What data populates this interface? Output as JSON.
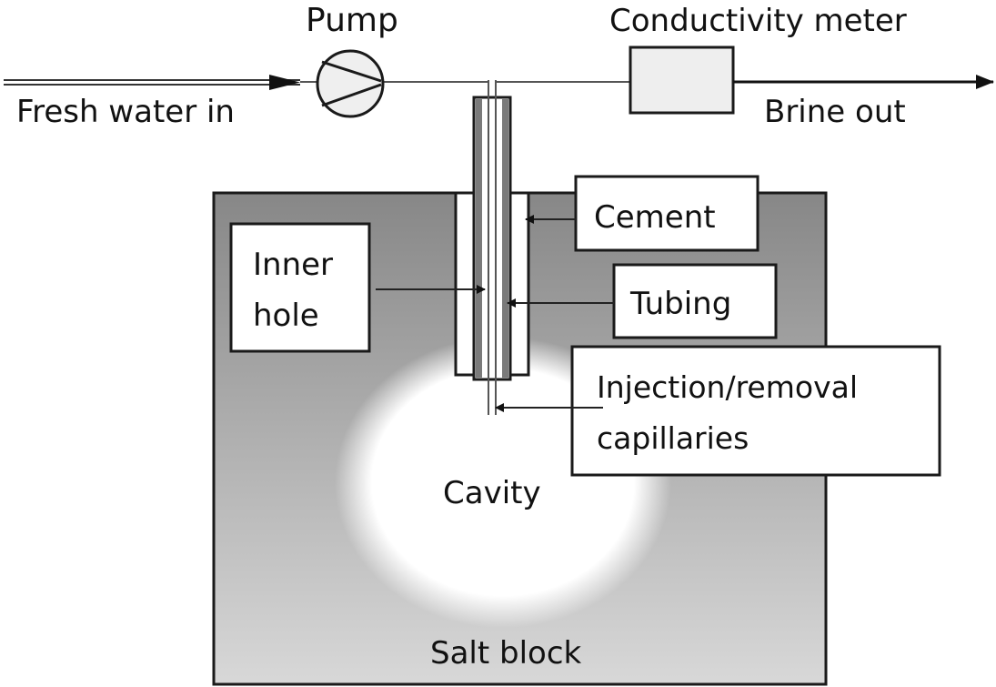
{
  "diagram": {
    "labels": {
      "pump": "Pump",
      "conductivity_meter": "Conductivity meter",
      "fresh_water_in": "Fresh water in",
      "brine_out": "Brine out",
      "cement": "Cement",
      "tubing": "Tubing",
      "inner_hole_line1": "Inner",
      "inner_hole_line2": "hole",
      "injection_line1": "Injection/removal",
      "injection_line2": "capillaries",
      "cavity": "Cavity",
      "salt_block": "Salt block"
    },
    "colors": {
      "salt_block_top": "#8a8a8a",
      "salt_block_bottom": "#d6d6d6",
      "cavity": "#ffffff",
      "tubing": "#7a7a7a",
      "pump_fill": "#efefef",
      "meter_fill": "#eeeeee",
      "stroke": "#1a1a1a"
    }
  }
}
